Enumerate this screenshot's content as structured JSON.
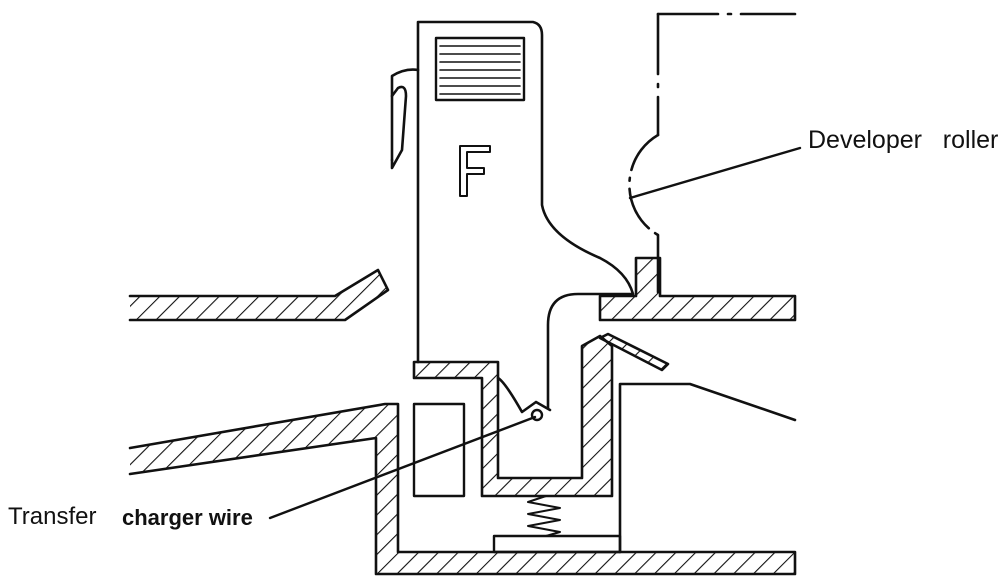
{
  "labels": {
    "developer_roller": "Developer   roller",
    "transfer_prefix": "Transfer",
    "transfer_rest": "charger wire",
    "cartridge_letter": "F"
  },
  "colors": {
    "ink": "#111111",
    "paper": "#ffffff"
  }
}
